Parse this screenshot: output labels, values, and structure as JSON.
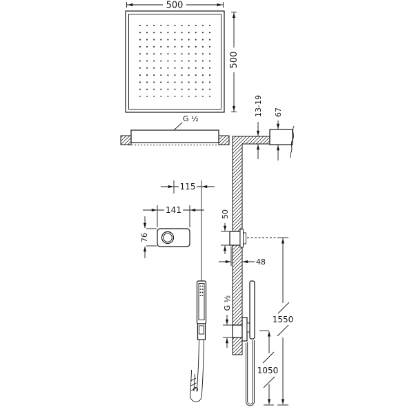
{
  "drawing": {
    "shower_head": {
      "width": "500",
      "height": "500",
      "connection": "G ½"
    },
    "wall": {
      "finished_thickness": "13-19",
      "arm_box_depth": "67"
    },
    "mixer": {
      "offset_to_hand_shower": "115",
      "plate_width": "141",
      "plate_height": "76",
      "box_height": "50",
      "projection": "48"
    },
    "hand_shower": {
      "outlet_connection": "G ½",
      "outlet_height": "1050",
      "mixer_height": "1550"
    }
  }
}
